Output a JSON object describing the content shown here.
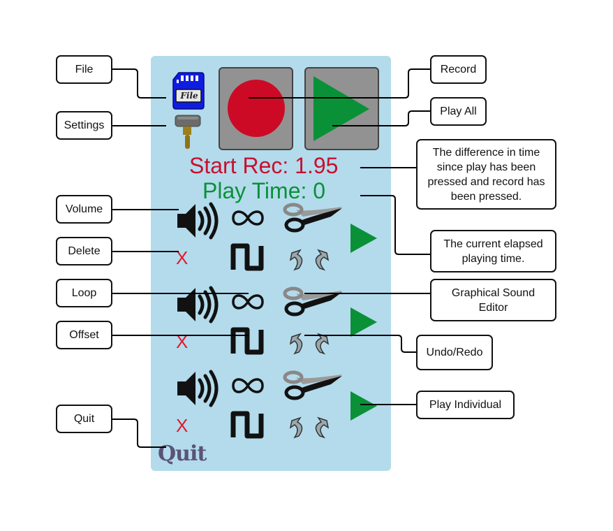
{
  "panel": {
    "start_rec_label": "Start Rec: 1.95",
    "play_time_label": "Play Time: 0",
    "quit_label": "Quit",
    "file_icon_label": "File",
    "colors": {
      "panel_bg": "#b3dbec",
      "record_red": "#cc0a26",
      "play_green": "#0a9138",
      "start_rec_text": "#c8102e",
      "play_time_text": "#0a9138",
      "delete_red": "#e0192f",
      "quit_text": "#5b5377",
      "file_blue": "#0f1de0"
    },
    "tracks": [
      {
        "delete_label": "X"
      },
      {
        "delete_label": "X"
      },
      {
        "delete_label": "X"
      }
    ]
  },
  "callouts": {
    "file": "File",
    "settings": "Settings",
    "volume": "Volume",
    "delete": "Delete",
    "loop": "Loop",
    "offset": "Offset",
    "quit": "Quit",
    "record": "Record",
    "play_all": "Play All",
    "start_rec_desc": "The difference in time since play has been pressed and record has been pressed.",
    "play_time_desc": "The current elapsed playing time.",
    "sound_editor": "Graphical Sound Editor",
    "undo_redo": "Undo/Redo",
    "play_individual": "Play Individual"
  }
}
